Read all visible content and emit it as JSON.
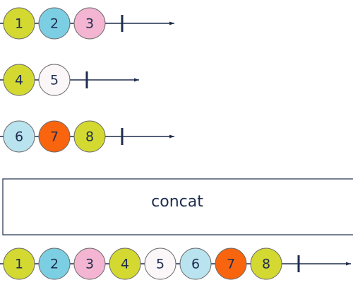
{
  "operator": {
    "label": "concat"
  },
  "colors": {
    "line": "#1f2d4d",
    "border": "#6b6b6b",
    "yellow": "#d4d932",
    "blue": "#7ccfe3",
    "pink": "#f4b5d2",
    "white": "#fbf6f8",
    "lightblue": "#b9e3ef",
    "orange": "#f9640f"
  },
  "inputs": [
    {
      "marbles": [
        {
          "label": "1",
          "color": "yellow"
        },
        {
          "label": "2",
          "color": "blue"
        },
        {
          "label": "3",
          "color": "pink"
        }
      ]
    },
    {
      "marbles": [
        {
          "label": "4",
          "color": "yellow"
        },
        {
          "label": "5",
          "color": "white"
        }
      ]
    },
    {
      "marbles": [
        {
          "label": "6",
          "color": "lightblue"
        },
        {
          "label": "7",
          "color": "orange"
        },
        {
          "label": "8",
          "color": "yellow"
        }
      ]
    }
  ],
  "output": {
    "marbles": [
      {
        "label": "1",
        "color": "yellow"
      },
      {
        "label": "2",
        "color": "blue"
      },
      {
        "label": "3",
        "color": "pink"
      },
      {
        "label": "4",
        "color": "yellow"
      },
      {
        "label": "5",
        "color": "white"
      },
      {
        "label": "6",
        "color": "lightblue"
      },
      {
        "label": "7",
        "color": "orange"
      },
      {
        "label": "8",
        "color": "yellow"
      }
    ]
  }
}
